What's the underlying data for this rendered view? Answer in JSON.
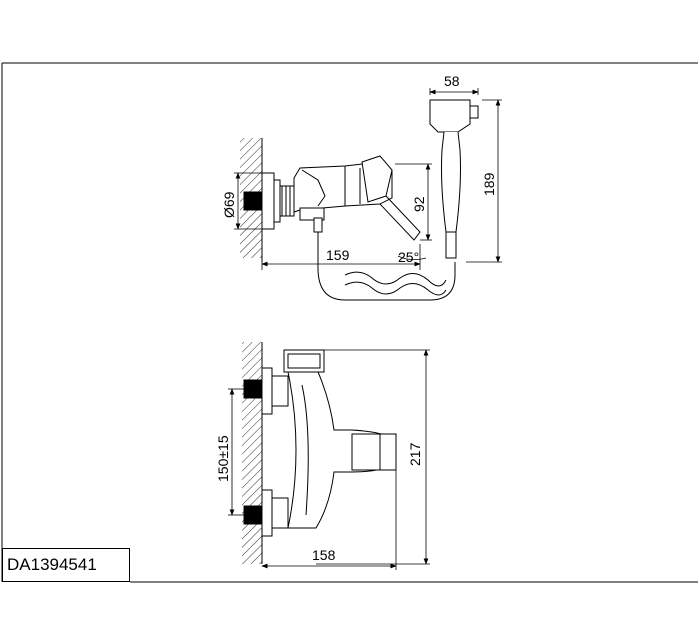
{
  "drawing": {
    "product_code": "DA1394541",
    "top_view": {
      "dims": {
        "handshower_width": "58",
        "handshower_height": "189",
        "lever_height": "92",
        "flange_diameter": "Ø69",
        "body_depth": "159",
        "lever_angle": "25°"
      }
    },
    "front_view": {
      "dims": {
        "inlet_spacing": "150±15",
        "total_height": "217",
        "projection": "158"
      }
    }
  }
}
